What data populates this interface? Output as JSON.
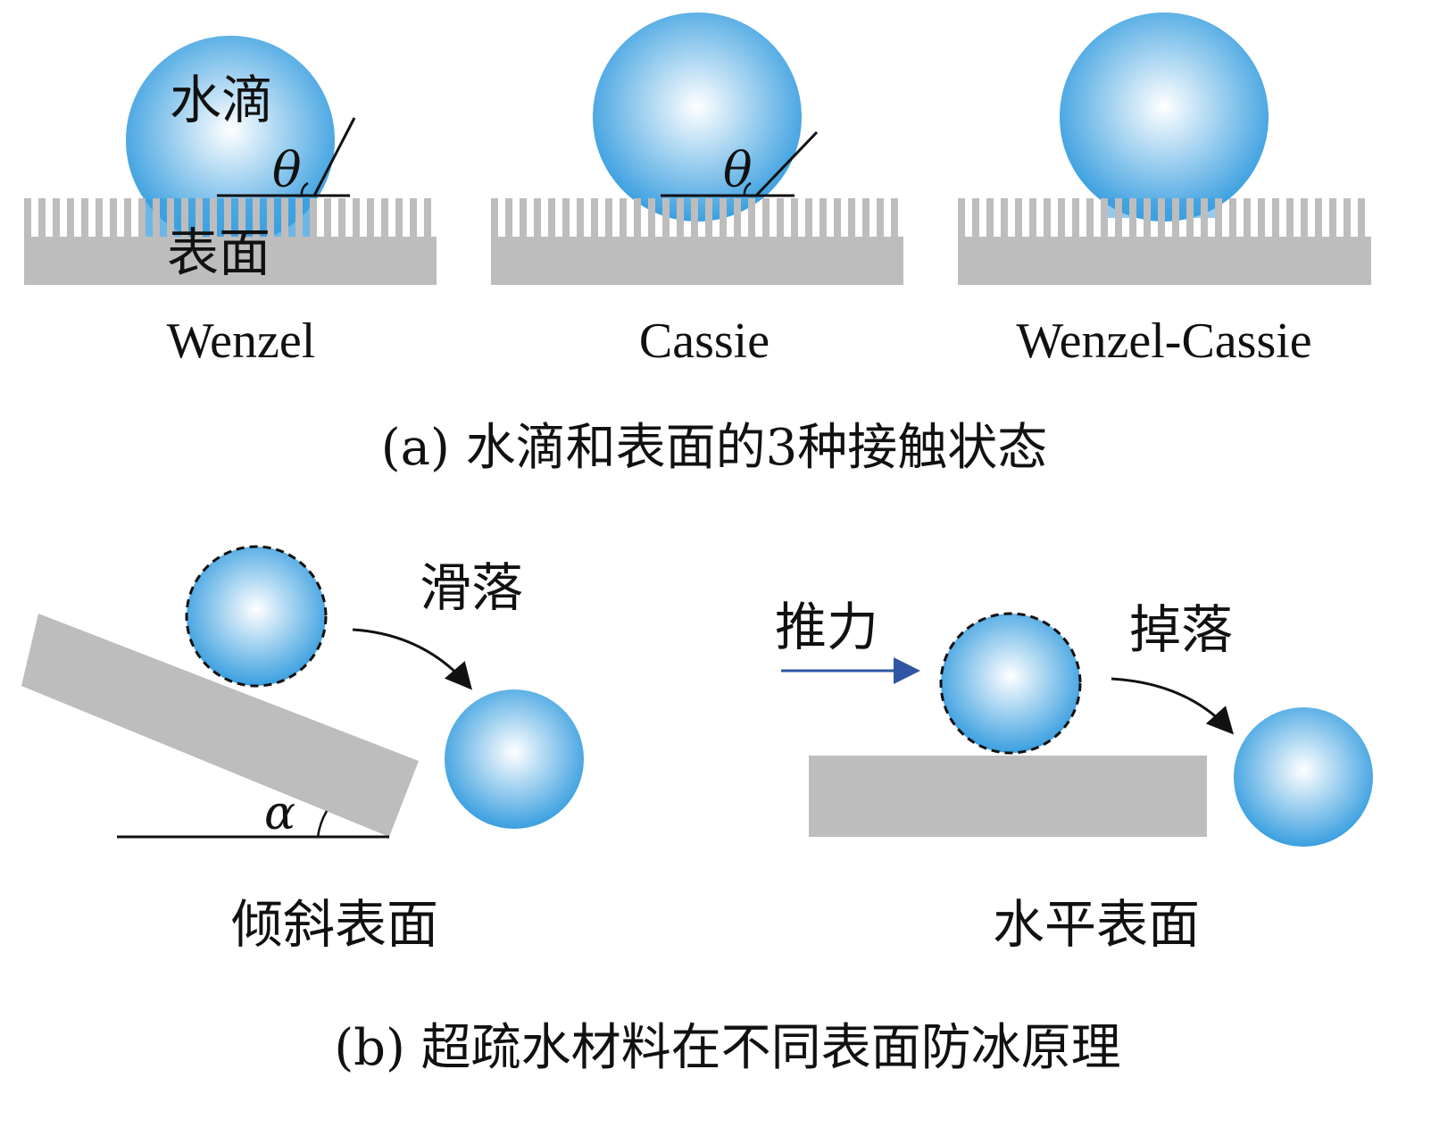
{
  "colors": {
    "drop_center": "#ffffff",
    "drop_edge": "#3a9fe0",
    "surface": "#bdbdbd",
    "arrow_push": "#2f55a4",
    "ink": "#111111"
  },
  "panel_a": {
    "caption": "(a) 水滴和表面的3种接触状态",
    "label_drop": "水滴",
    "label_surface": "表面",
    "angle_symbol": "θ",
    "states": [
      {
        "name": "Wenzel"
      },
      {
        "name": "Cassie"
      },
      {
        "name": "Wenzel-Cassie"
      }
    ]
  },
  "panel_b": {
    "caption": "(b) 超疏水材料在不同表面防冰原理",
    "inclined": {
      "label": "倾斜表面",
      "action": "滑落",
      "angle_symbol": "α"
    },
    "horizontal": {
      "label": "水平表面",
      "push": "推力",
      "action": "掉落"
    }
  }
}
